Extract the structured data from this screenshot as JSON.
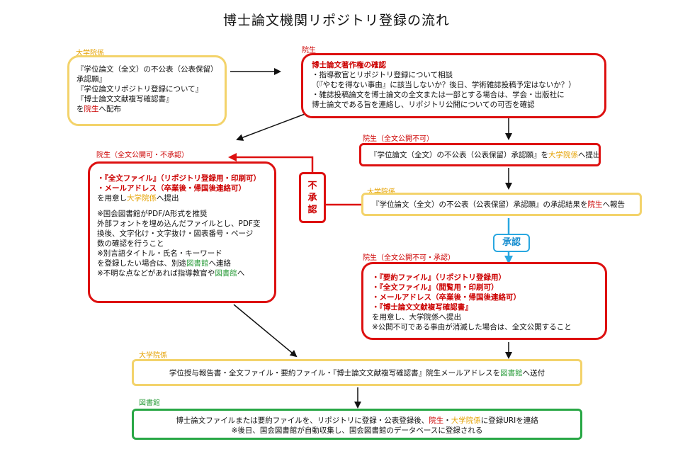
{
  "title": "博士論文機関リポジトリ登録の流れ",
  "labels": {
    "univ1": "大学院係",
    "student1": "院生",
    "nondisclosure": "院生（全文公開不可）",
    "disclosure_rejected": "院生（全文公開可・不承認）",
    "univ2": "大学院係",
    "nondisclosure_approved": "院生（全文公開不可・承認）",
    "univ3": "大学院係",
    "library": "図書館"
  },
  "box_univ_forms": {
    "l1": "『学位論文（全文）の不公表（公表保留）",
    "l2": "承認願』",
    "l3": "『学位論文リポジトリ登録について』",
    "l4": "『博士論文文献複写確認書』",
    "l5_a": "を",
    "l5_b": "院生",
    "l5_c": "へ配布"
  },
  "box_copyright": {
    "heading": "博士論文著作権の確認",
    "l1": "・指導教官とリポジトリ登録について相談",
    "l2": "（『やむを得ない事由』に該当しないか？後日、学術雑誌投稿予定はないか？）",
    "l3": "・雑誌投稿論文を博士論文の全文または一部とする場合は、学会・出版社に",
    "l4": "博士論文である旨を連絡し、リポジトリ公開についての可否を確認"
  },
  "box_submit_nondisclosure": {
    "a": "『学位論文（全文）の不公表（公表保留）承認願』を",
    "b": "大学院係",
    "c": "へ提出"
  },
  "box_report": {
    "a": "『学位論文（全文）の不公表（公表保留）承認願』の承認結果を",
    "b": "院生",
    "c": "へ報告"
  },
  "rejected_tag": [
    "不",
    "承",
    "認"
  ],
  "approved_badge": "承認",
  "box_full_text": {
    "l1": "・『全文ファイル』（リポジトリ登録用・印刷可）",
    "l2": "・メールアドレス（卒業後・帰国後連絡可）",
    "l3_a": "を用意し",
    "l3_b": "大学院係",
    "l3_c": "へ提出",
    "n1": "※国会図書館がPDF/A形式を推奨",
    "n2": "外部フォントを埋め込んだファイルとし、PDF変",
    "n3": "換後、文字化け・文字抜け・図表番号・ページ",
    "n4": "数の確認を行うこと",
    "n5": "※別言語タイトル・氏名・キーワード",
    "n6_a": "を登録したい場合は、別途",
    "n6_b": "図書館",
    "n6_c": "へ連絡",
    "n7_a": "※不明な点などがあれば指導教官や",
    "n7_b": "図書館",
    "n7_c": "へ"
  },
  "box_summary": {
    "l1": "・『要約ファイル』（リポジトリ登録用）",
    "l2": "・『全文ファイル』（閲覧用・印刷可）",
    "l3": "・メールアドレス（卒業後・帰国後連絡可）",
    "l4": "・『博士論文文献複写確認書』",
    "l5": "を用意し、大学院係へ提出",
    "l6": "※公開不可である事由が消滅した場合は、全文公開すること"
  },
  "box_send": {
    "a": "学位授与報告書・全文ファイル・要約ファイル・『博士論文文献複写確認書』院生メールアドレスを",
    "b": "図書館",
    "c": "へ送付"
  },
  "box_library": {
    "l1_a": "博士論文ファイルまたは要約ファイルを、リポジトリに登録・公表登録後、",
    "l1_b": "院生",
    "l1_c": "・",
    "l1_d": "大学院係",
    "l1_e": "に登録URIを連絡",
    "l2": "※後日、国会図書館が自動収集し、国会図書館のデータベースに登録される"
  },
  "colors": {
    "univ": "#e5a100",
    "student": "#cc0000",
    "library": "#2e9e3e",
    "approved": "#29a7e0"
  }
}
